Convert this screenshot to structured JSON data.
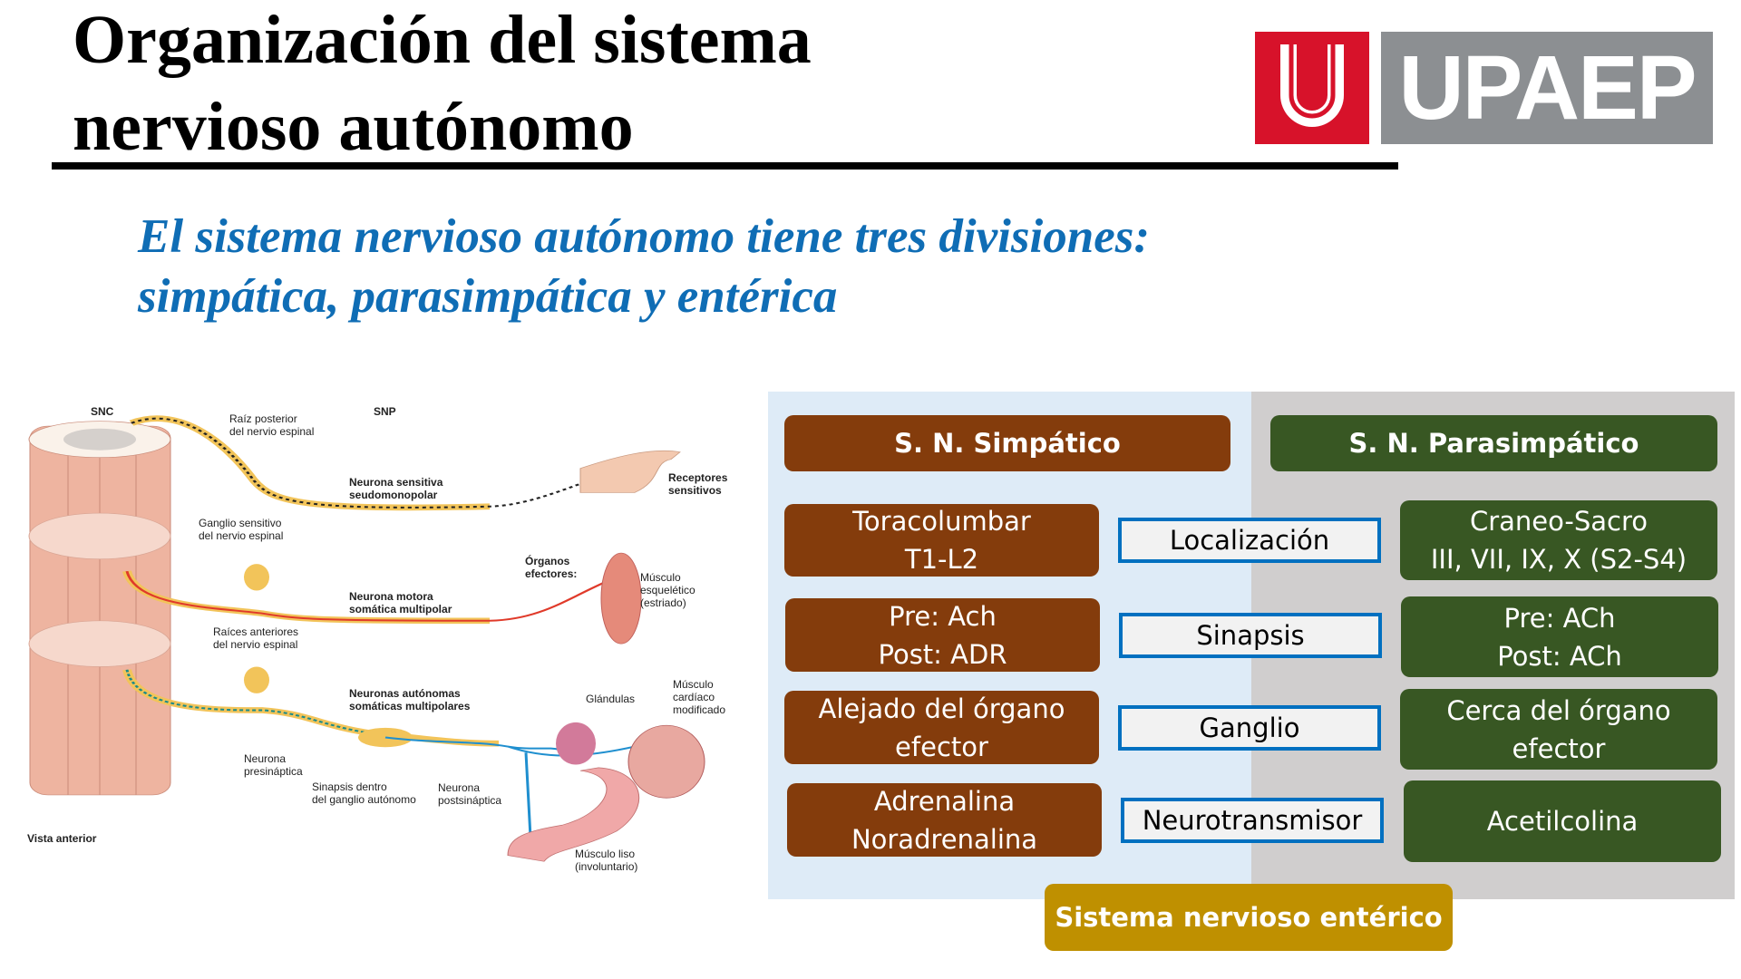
{
  "slide": {
    "title_lines": [
      "Organización del sistema",
      "nervioso autónomo"
    ],
    "logo": {
      "mark": "U",
      "text": "UPAEP",
      "colors": {
        "red": "#d7122a",
        "gray": "#8c8f92"
      }
    },
    "subtitle_lines": [
      "El sistema nervioso autónomo tiene tres divisiones:",
      "simpática, parasimpática y entérica"
    ]
  },
  "illustration": {
    "labels": {
      "snc": "SNC",
      "snp": "SNP",
      "raiz_posterior": [
        "Raíz posterior",
        "del nervio espinal"
      ],
      "neurona_sensitiva": [
        "Neurona sensitiva",
        "seudomonopolar"
      ],
      "receptores": [
        "Receptores",
        "sensitivos"
      ],
      "ganglio_sensitivo": [
        "Ganglio sensitivo",
        "del nervio espinal"
      ],
      "organos_efectores": [
        "Órganos",
        "efectores:"
      ],
      "musculo_esqueletico": [
        "Músculo",
        "esquelético",
        "(estriado)"
      ],
      "neurona_motora": [
        "Neurona motora",
        "somática multipolar"
      ],
      "raices_anteriores": [
        "Raíces anteriores",
        "del nervio espinal"
      ],
      "neuronas_autonomas": [
        "Neuronas autónomas",
        "somáticas multipolares"
      ],
      "glandulas": "Glándulas",
      "musculo_cardiaco": [
        "Músculo",
        "cardíaco",
        "modificado"
      ],
      "neurona_presinaptica": [
        "Neurona",
        "presináptica"
      ],
      "sinapsis": [
        "Sinapsis dentro",
        "del ganglio autónomo"
      ],
      "neurona_postsinaptica": [
        "Neurona",
        "postsináptica"
      ],
      "vista_anterior": "Vista anterior",
      "musculo_liso": [
        "Músculo liso",
        "(involuntario)"
      ]
    }
  },
  "comparison": {
    "colors": {
      "simpatico": "#843c0c",
      "parasimpatico": "#385723",
      "enterico": "#bf9000",
      "criterio_border": "#0070c0",
      "panel_left": "#deebf7",
      "panel_right": "#d0cece"
    },
    "simpatico_header": "S. N. Simpático",
    "parasimpatico_header": "S. N. Parasimpático",
    "rows": [
      {
        "criterio": "Localización",
        "simpatico": "Toracolumbar\nT1-L2",
        "parasimpatico": "Craneo-Sacro\nIII, VII, IX, X (S2-S4)"
      },
      {
        "criterio": "Sinapsis",
        "simpatico": "Pre: Ach\nPost: ADR",
        "parasimpatico": "Pre: ACh\nPost: ACh"
      },
      {
        "criterio": "Ganglio",
        "simpatico": "Alejado del órgano\nefector",
        "parasimpatico": "Cerca del órgano\nefector"
      },
      {
        "criterio": "Neurotransmisor",
        "simpatico": "Adrenalina\nNoradrenalina",
        "parasimpatico": "Acetilcolina"
      }
    ],
    "enterico": "Sistema nervioso entérico"
  }
}
